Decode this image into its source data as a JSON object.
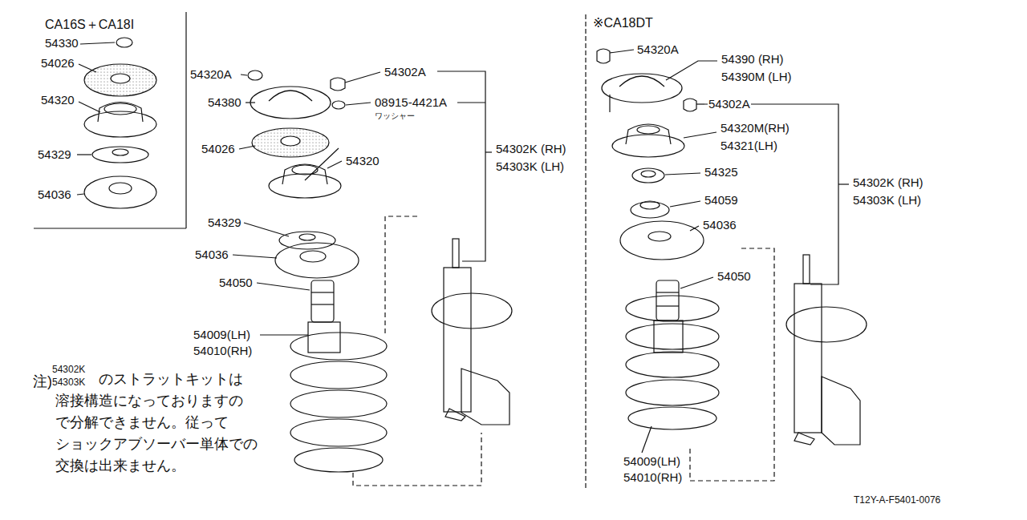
{
  "diagram": {
    "labels": [
      "CA16S＋CA18I",
      "54330",
      "54026",
      "54320",
      "54329",
      "54036",
      "54320A",
      "54380",
      "54302A",
      "08915-4421A",
      "ワッシャー",
      "54026",
      "54320",
      "54302K (RH)",
      "54303K (LH)",
      "54329",
      "54036",
      "54050",
      "54009(LH)",
      "54010(RH)",
      "注)",
      "54302K",
      "54303K",
      "のストラットキットは",
      "溶接構造になっておりますの",
      "で分解できません。従って",
      "ショックアブソーバー単体での",
      "交換は出来ません。",
      "※CA18DT",
      "54320A",
      "54390 (RH)",
      "54390M (LH)",
      "54302A",
      "54320M(RH)",
      "54321(LH)",
      "54325",
      "54059",
      "54036",
      "54050",
      "54302K (RH)",
      "54303K (LH)",
      "54009(LH)",
      "54010(RH)",
      "T12Y-A-F5401-0076"
    ]
  }
}
